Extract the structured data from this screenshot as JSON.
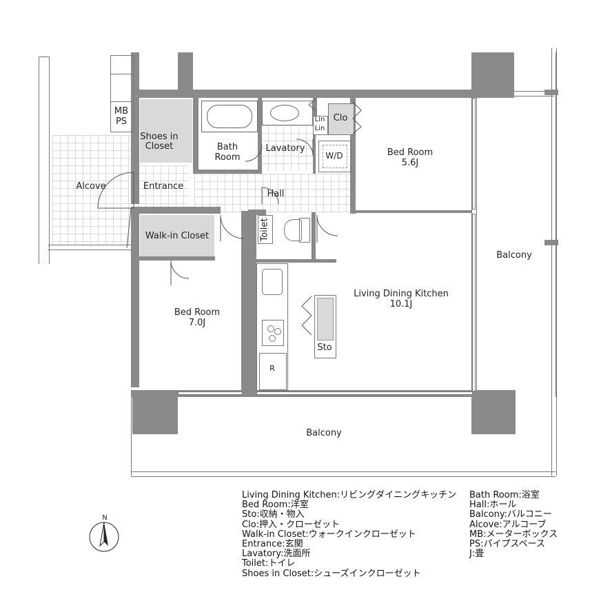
{
  "floorplan": {
    "rooms": {
      "mb_ps": {
        "line1": "MB",
        "line2": "PS"
      },
      "shoes_in_closet": {
        "line1": "Shoes in",
        "line2": "Closet"
      },
      "bath_room": {
        "line1": "Bath",
        "line2": "Room"
      },
      "lavatory": {
        "label": "Lavatory"
      },
      "lin1": {
        "label": "Lin"
      },
      "lin2": {
        "label": "Lin"
      },
      "clo": {
        "label": "Clo"
      },
      "wd": {
        "label": "W/D"
      },
      "bed_room_1": {
        "label": "Bed Room",
        "size": "5.6J"
      },
      "alcove": {
        "label": "Alcove"
      },
      "entrance": {
        "label": "Entrance"
      },
      "hall": {
        "label": "Hall"
      },
      "walk_in_closet": {
        "label": "Walk-in Closet"
      },
      "toilet": {
        "label": "Toilet"
      },
      "balcony_right": {
        "label": "Balcony"
      },
      "living_dining_kitchen": {
        "label": "Living Dining Kitchen",
        "size": "10.1J"
      },
      "bed_room_2": {
        "label": "Bed Room",
        "size": "7.0J"
      },
      "sto": {
        "label": "Sto"
      },
      "refrigerator": {
        "label": "R"
      },
      "balcony_bottom": {
        "label": "Balcony"
      }
    },
    "compass": {
      "label": "N"
    }
  },
  "legend": {
    "left": [
      "Living Dining Kitchen:リビングダイニングキッチン",
      "Bed Room:洋室",
      "Sto:収納・物入",
      "Clo:押入・クローゼット",
      "Walk-in Closet:ウォークインクローゼット",
      "Entrance:玄関",
      "Lavatory:洗面所",
      "Toilet:トイレ",
      "Shoes in Closet:シューズインクローゼット"
    ],
    "right": [
      "Bath Room:浴室",
      "Hall:ホール",
      "Balcony:バルコニー",
      "Alcove:アルコーブ",
      "MB:メーターボックス",
      "PS:パイプスペース",
      "J:畳"
    ]
  },
  "colors": {
    "wall": "#8a8a8a",
    "closet_fill": "#d9d9d9",
    "grid_line": "#d8d8d8"
  }
}
